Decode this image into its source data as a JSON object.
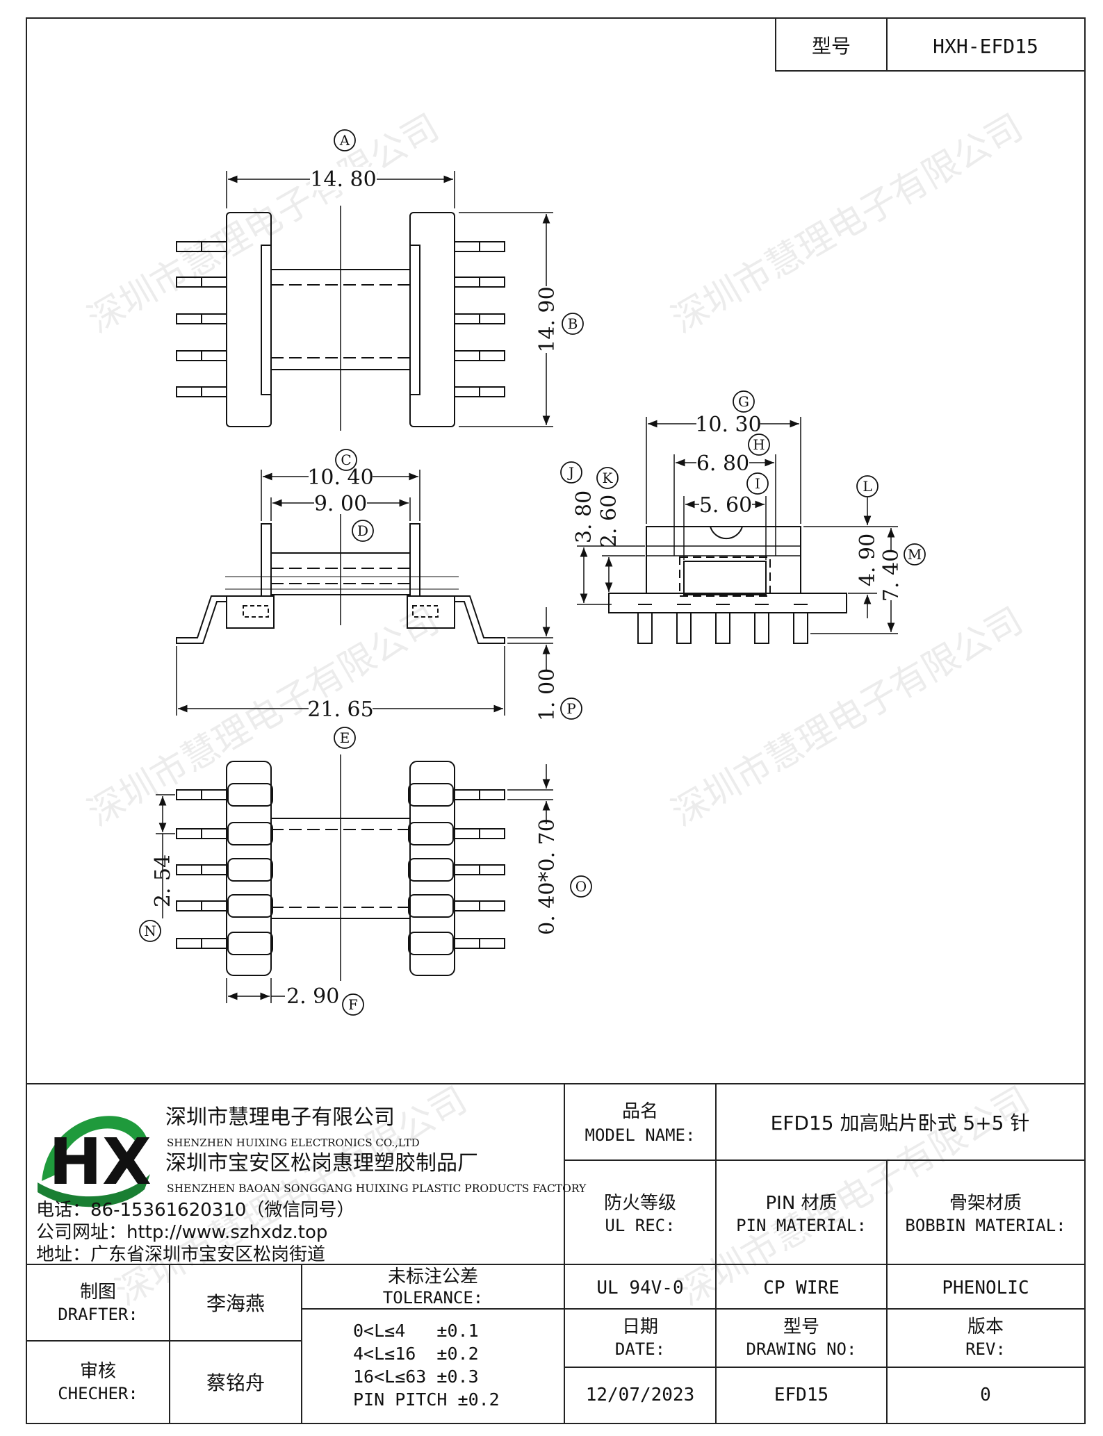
{
  "header": {
    "model_label": "型号",
    "model_value": "HXH-EFD15"
  },
  "watermark": "深圳市慧理电子有限公司",
  "dimensions": {
    "A": "14. 80",
    "B": "14. 90",
    "C": "10. 40",
    "D": "9. 00",
    "E": "21. 65",
    "P": "1. 00",
    "G": "10. 30",
    "H": "6. 80",
    "I": "5. 60",
    "J": "3. 80",
    "K": "2. 60",
    "L": "4. 90",
    "M": "7. 40",
    "N": "2. 54",
    "O": "0. 40*0. 70",
    "F": "2. 90"
  },
  "callouts": [
    "A",
    "B",
    "C",
    "D",
    "E",
    "P",
    "G",
    "H",
    "I",
    "J",
    "K",
    "L",
    "M",
    "N",
    "O",
    "F"
  ],
  "company": {
    "logo": "HX",
    "name_cn": "深圳市慧理电子有限公司",
    "name_en": "SHENZHEN HUIXING ELECTRONICS CO.,LTD",
    "factory_cn": "深圳市宝安区松岗惠理塑胶制品厂",
    "factory_en": "SHENZHEN BAOAN SONGGANG HUIXING PLASTIC PRODUCTS FACTORY",
    "phone": "电话：86-15361620310（微信同号）",
    "website": "公司网址：http://www.szhxdz.top",
    "address": "地址：广东省深圳市宝安区松岗街道"
  },
  "title_block": {
    "model_name_cn": "品名",
    "model_name_en": "MODEL NAME:",
    "model_name_value": "EFD15 加高贴片卧式 5+5 针",
    "ul_cn": "防火等级",
    "ul_en": "UL REC:",
    "pin_cn": "PIN 材质",
    "pin_en": "PIN MATERIAL:",
    "bobbin_cn": "骨架材质",
    "bobbin_en": "BOBBIN MATERIAL:",
    "ul_value": "UL 94V-0",
    "pin_value": "CP WIRE",
    "bobbin_value": "PHENOLIC",
    "drafter_cn": "制图",
    "drafter_en": "DRAFTER:",
    "drafter_name": "李海燕",
    "checker_cn": "审核",
    "checker_en": "CHECHER:",
    "checker_name": "蔡铭舟",
    "tolerance_cn": "未标注公差",
    "tolerance_en": "TOLERANCE:",
    "tolerances": [
      "0<L≤4   ±0.1",
      "4<L≤16  ±0.2",
      "16<L≤63 ±0.3",
      "PIN PITCH ±0.2"
    ],
    "date_cn": "日期",
    "date_en": "DATE:",
    "drawing_cn": "型号",
    "drawing_en": "DRAWING NO:",
    "rev_cn": "版本",
    "rev_en": "REV:",
    "date_value": "12/07/2023",
    "drawing_value": "EFD15",
    "rev_value": "0"
  }
}
